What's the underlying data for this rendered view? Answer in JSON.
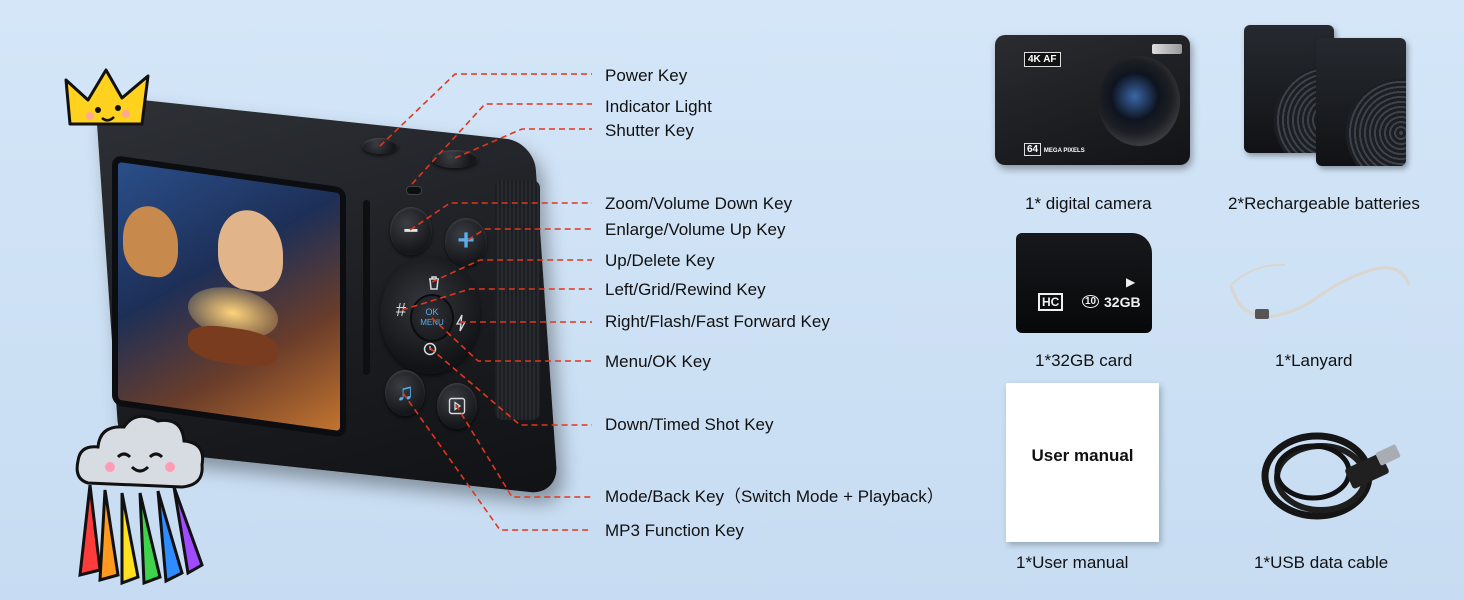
{
  "callouts": [
    {
      "id": "power",
      "label": "Power Key"
    },
    {
      "id": "indicator",
      "label": "Indicator Light"
    },
    {
      "id": "shutter",
      "label": "Shutter Key"
    },
    {
      "id": "zoom",
      "label": "Zoom/Volume Down Key"
    },
    {
      "id": "enlarge",
      "label": "Enlarge/Volume Up Key"
    },
    {
      "id": "up",
      "label": "Up/Delete Key"
    },
    {
      "id": "left",
      "label": "Left/Grid/Rewind Key"
    },
    {
      "id": "right",
      "label": "Right/Flash/Fast Forward Key"
    },
    {
      "id": "menu",
      "label": "Menu/OK Key"
    },
    {
      "id": "down",
      "label": "Down/Timed Shot Key"
    },
    {
      "id": "mode",
      "label": "Mode/Back Key（Switch Mode + Playback）"
    },
    {
      "id": "mp3",
      "label": "MP3 Function Key"
    }
  ],
  "camera": {
    "dial_center_label_top": "OK",
    "dial_center_label_bottom": "MENU",
    "minus_symbol": "−",
    "plus_symbol": "+"
  },
  "accessories": {
    "digital_camera": "1* digital camera",
    "batteries": "2*Rechargeable batteries",
    "card": "1*32GB card",
    "lanyard": "1*Lanyard",
    "manual": "1*User manual",
    "cable": "1*USB data cable"
  },
  "mini_camera": {
    "badge": "4K AF",
    "megapixels": "64",
    "megapixels_unit": "MEGA PIXELS"
  },
  "sd_card": {
    "hc": "HC",
    "class": "10",
    "capacity": "32GB"
  },
  "manual_cover": {
    "title": "User manual"
  },
  "colors": {
    "leader_line": "#e2361c",
    "accent_button": "#5aaeea",
    "background": "#cfe2f6"
  },
  "icons": {
    "delete": "trash-icon",
    "grid": "grid-icon",
    "flash": "flash-icon",
    "timer": "timer-icon",
    "mp3": "music-note-icon",
    "playback": "playback-icon"
  }
}
